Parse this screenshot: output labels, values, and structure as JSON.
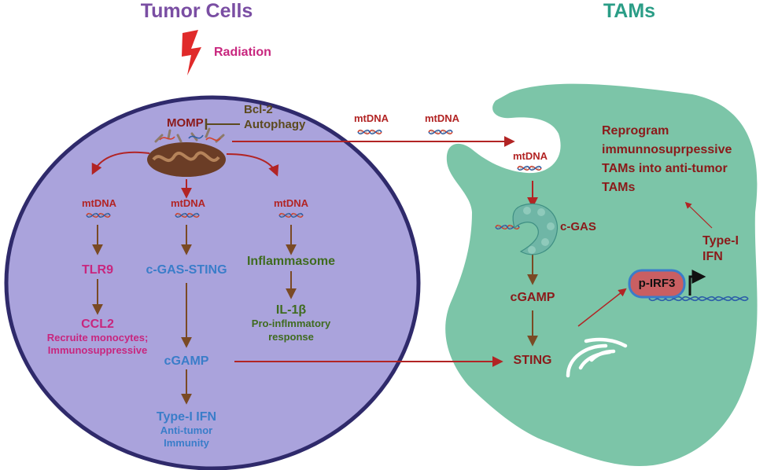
{
  "titles": {
    "tumor": "Tumor Cells",
    "tams": "TAMs"
  },
  "tumor_cell": {
    "radiation": "Radiation",
    "momp": "MOMP",
    "inhibitors": [
      "Bcl-2",
      "Autophagy"
    ],
    "mtdna": "mtDNA",
    "left_branch": {
      "tlr9": "TLR9",
      "ccl2": "CCL2",
      "effect": [
        "Recruite monocytes;",
        "Immunosuppressive"
      ]
    },
    "center_branch": {
      "sensor": "c-GAS-STING",
      "cgamp": "cGAMP",
      "ifn": "Type-I IFN",
      "effect": [
        "Anti-tumor",
        "Immunity"
      ]
    },
    "right_branch": {
      "inflammasome": "Inflammasome",
      "il1b": "IL-1β",
      "effect": [
        "Pro-inflmmatory",
        "response"
      ]
    }
  },
  "transit": {
    "mtdna_1": "mtDNA",
    "mtdna_2": "mtDNA"
  },
  "tam": {
    "mtdna": "mtDNA",
    "cgas": "c-GAS",
    "cgamp": "cGAMP",
    "sting": "STING",
    "pirf3": "p-IRF3",
    "ifn": [
      "Type-I",
      "IFN"
    ],
    "reprogram": [
      "Reprogram",
      "immunnosuprpessive",
      "TAMs into anti-tumor",
      "TAMs"
    ]
  },
  "colors": {
    "tumor_fill": "#aaa3dc",
    "tumor_outline": "#2f2a6b",
    "tam_fill": "#7cc5a8",
    "title_purple": "#7a4ea3",
    "title_teal": "#2a9d86",
    "arrow_red": "#b22424",
    "arrow_brown": "#7a4a24",
    "magenta": "#c8267e",
    "blue": "#3a7dc9",
    "green": "#3f6b1f",
    "dark_red": "#8b1a1a",
    "olive": "#5c4a1e"
  }
}
